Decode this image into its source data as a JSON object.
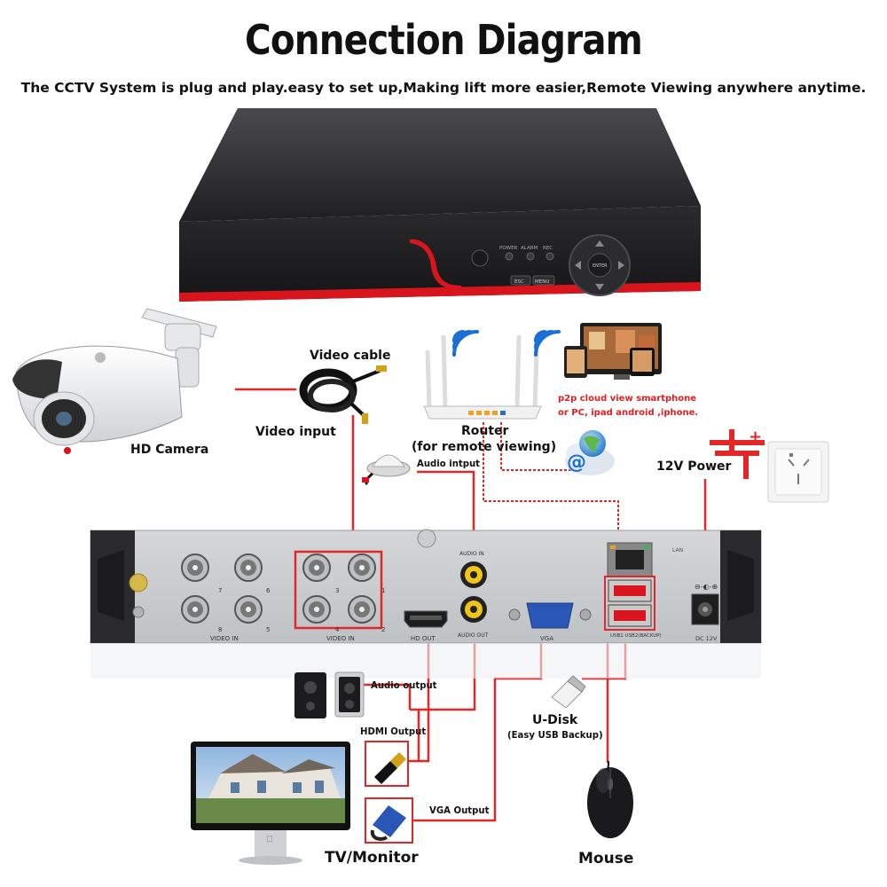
{
  "header": {
    "title": "Connection Diagram",
    "subtitle": "The CCTV System is plug and play.easy to set up,Making lift more easier,Remote Viewing anywhere anytime."
  },
  "labels": {
    "hd_camera": "HD Camera",
    "video_cable": "Video cable",
    "video_input": "Video input",
    "router": "Router",
    "router_note": "(for remote viewing)",
    "p2p_line1": "p2p cloud  view smartphone",
    "p2p_line2": "or PC, ipad android ,iphone.",
    "audio_input": "Audio intput",
    "power_12v": "12V Power",
    "audio_output": "Audio output",
    "hdmi_output": "HDMI Output",
    "vga_output": "VGA Output",
    "udisk": "U-Disk",
    "udisk_note": "(Easy USB Backup)",
    "tv_monitor": "TV/Monitor",
    "mouse": "Mouse"
  },
  "front_panel": {
    "power": "POWER",
    "alarm": "ALARM",
    "rec": "REC",
    "esc": "ESC",
    "menu": "MENU",
    "enter": "ENTER"
  },
  "back_panel": {
    "video_in_left": "VIDEO IN",
    "video_in_right": "VIDEO IN",
    "audio_in": "AUDIO IN",
    "audio_out": "AUDIO OUT",
    "hd_out": "HD OUT",
    "vga": "VGA",
    "lan": "LAN",
    "usb": "USB1  USB2(BACKUP)",
    "dc12v": "DC 12V",
    "ch1": "1",
    "ch2": "2",
    "ch3": "3",
    "ch4": "4",
    "ch5": "5",
    "ch6": "6",
    "ch7": "7",
    "ch8": "8"
  },
  "colors": {
    "wire": "#e32626",
    "dvr_body": "#2a2a2c",
    "accent": "#d8141c"
  }
}
